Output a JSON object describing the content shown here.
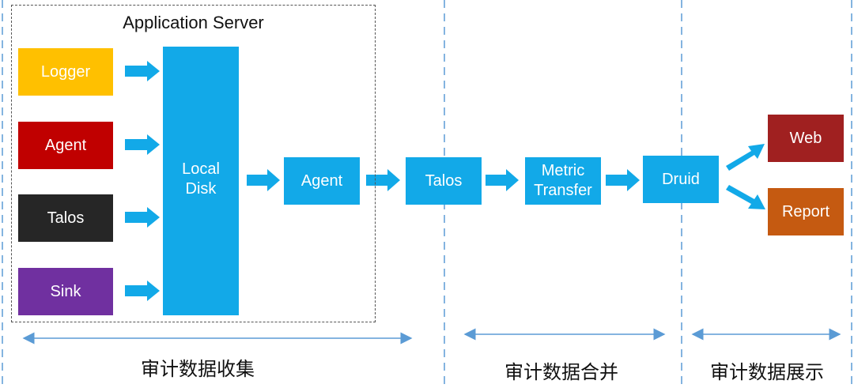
{
  "title": "Application Server",
  "colors": {
    "blue": "#12a9e8",
    "logger": "#ffc000",
    "agent_src": "#c00000",
    "talos_src": "#262626",
    "sink": "#7030a0",
    "web": "#a02020",
    "report": "#c55a11",
    "divider": "#5b9bd5"
  },
  "sources": {
    "logger": "Logger",
    "agent": "Agent",
    "talos": "Talos",
    "sink": "Sink"
  },
  "pipeline": {
    "local_disk": "Local\nDisk",
    "agent": "Agent",
    "talos": "Talos",
    "metric_transfer": "Metric\nTransfer",
    "druid": "Druid",
    "web": "Web",
    "report": "Report"
  },
  "sections": {
    "collect": "审计数据收集",
    "merge": "审计数据合并",
    "display": "审计数据展示"
  }
}
